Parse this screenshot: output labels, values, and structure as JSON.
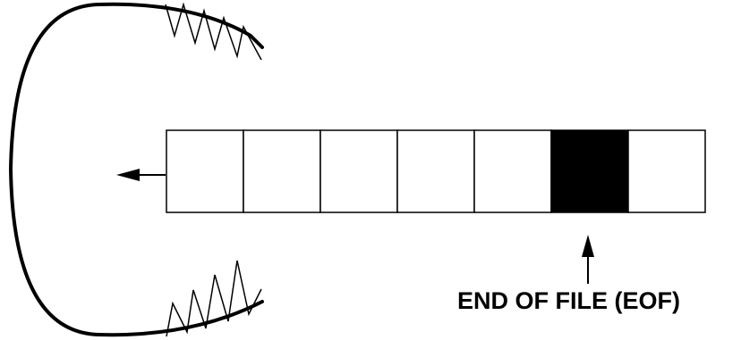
{
  "eof_label": "END OF FILE (EOF)",
  "buffer": {
    "cell_count": 7,
    "eof_cell_index": 5
  },
  "colors": {
    "stroke": "#000000",
    "cell_fill": "#ffffff",
    "eof_fill": "#000000",
    "background": "#ffffff"
  },
  "icons": {
    "read_direction": "arrow-left-icon",
    "eof_pointer": "arrow-up-icon"
  }
}
